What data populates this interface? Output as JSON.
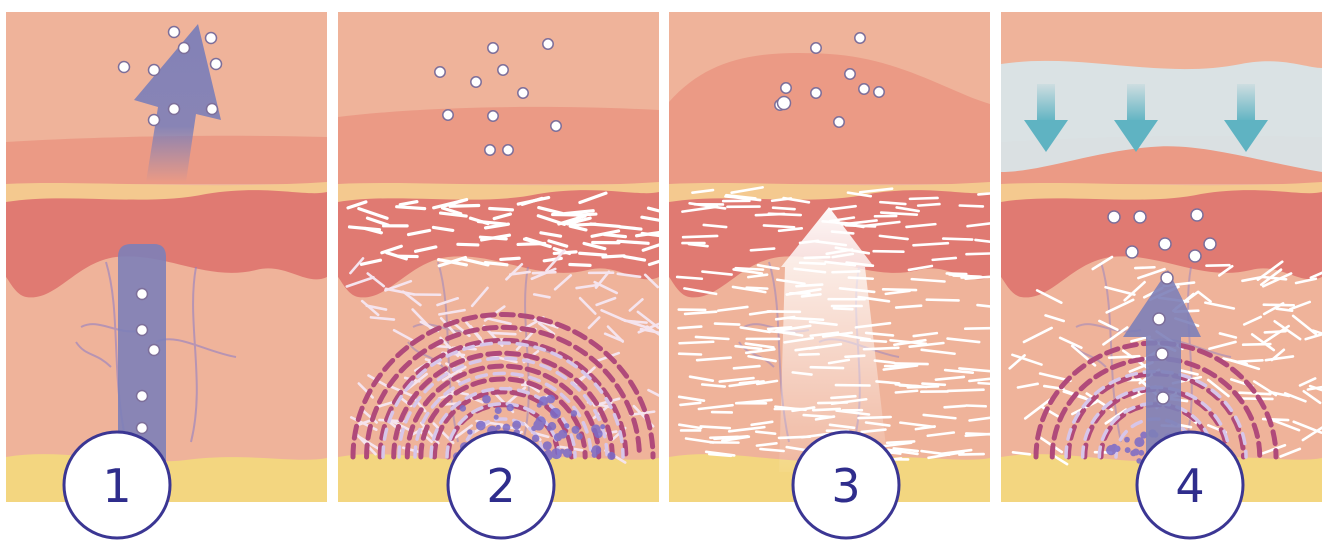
{
  "panels": [
    {
      "number": "1",
      "stage": "moisture-loss"
    },
    {
      "number": "2",
      "stage": "inflammation"
    },
    {
      "number": "3",
      "stage": "repair"
    },
    {
      "number": "4",
      "stage": "protection"
    }
  ],
  "colors": {
    "skin_base": "#efb39a",
    "upper_layer": "#eb9a85",
    "dermis_band": "#e07a72",
    "fat_line": "#f4c98f",
    "bottom_fat": "#f3d680",
    "arrow_blue": "#7d7fb8",
    "badge_stroke": "#3b3693",
    "badge_text": "#2f2d8c",
    "inflamed": "#b04a7a",
    "film": "#d8e6ea",
    "film_arrow": "#5fb3c2"
  }
}
